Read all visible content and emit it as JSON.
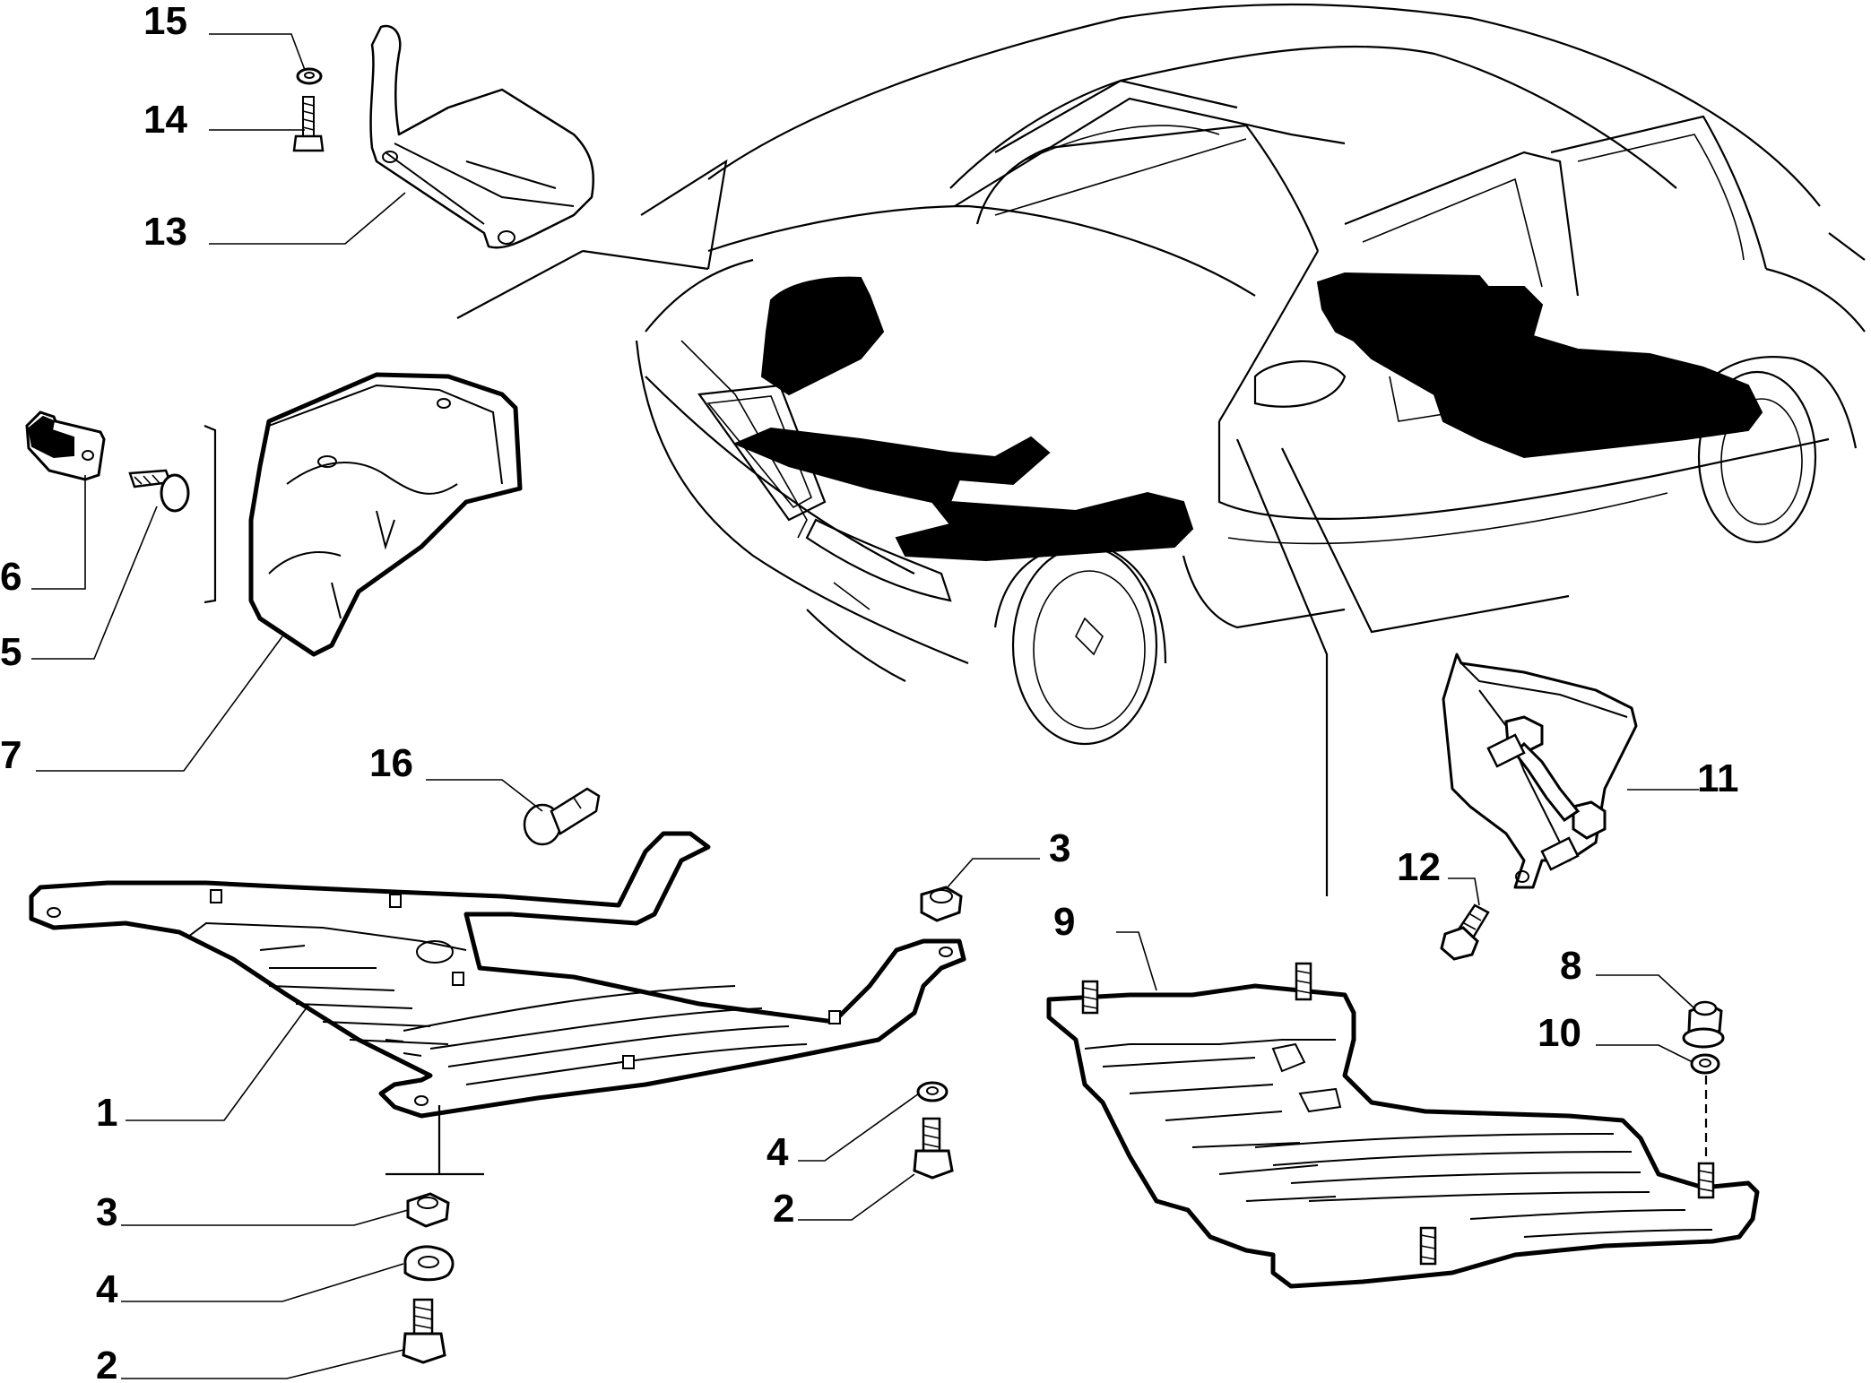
{
  "callouts": [
    {
      "id": "c15",
      "label": "15"
    },
    {
      "id": "c14",
      "label": "14"
    },
    {
      "id": "c13",
      "label": "13"
    },
    {
      "id": "c6",
      "label": "6"
    },
    {
      "id": "c5",
      "label": "5"
    },
    {
      "id": "c7",
      "label": "7"
    },
    {
      "id": "c16",
      "label": "16"
    },
    {
      "id": "c3a",
      "label": "3"
    },
    {
      "id": "c1",
      "label": "1"
    },
    {
      "id": "c3b",
      "label": "3"
    },
    {
      "id": "c4a",
      "label": "4"
    },
    {
      "id": "c2a",
      "label": "2"
    },
    {
      "id": "c4b",
      "label": "4"
    },
    {
      "id": "c2b",
      "label": "2"
    },
    {
      "id": "c9",
      "label": "9"
    },
    {
      "id": "c11",
      "label": "11"
    },
    {
      "id": "c12",
      "label": "12"
    },
    {
      "id": "c8",
      "label": "8"
    },
    {
      "id": "c10",
      "label": "10"
    }
  ]
}
